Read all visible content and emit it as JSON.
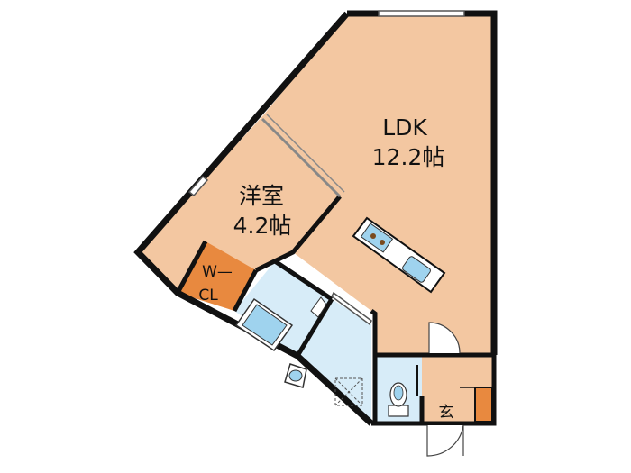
{
  "rooms": {
    "ldk": {
      "name": "LDK",
      "size": "12.2帖"
    },
    "western": {
      "name": "洋室",
      "size": "4.2帖"
    },
    "closet": {
      "line1": "W—",
      "line2": "CL"
    },
    "entrance": {
      "name": "玄"
    }
  },
  "colors": {
    "room_fill": "#f3c7a1",
    "wet_fill": "#d7ecf8",
    "closet_fill": "#e8893f",
    "wall": "#111111",
    "fixture": "#9fd3ee"
  }
}
